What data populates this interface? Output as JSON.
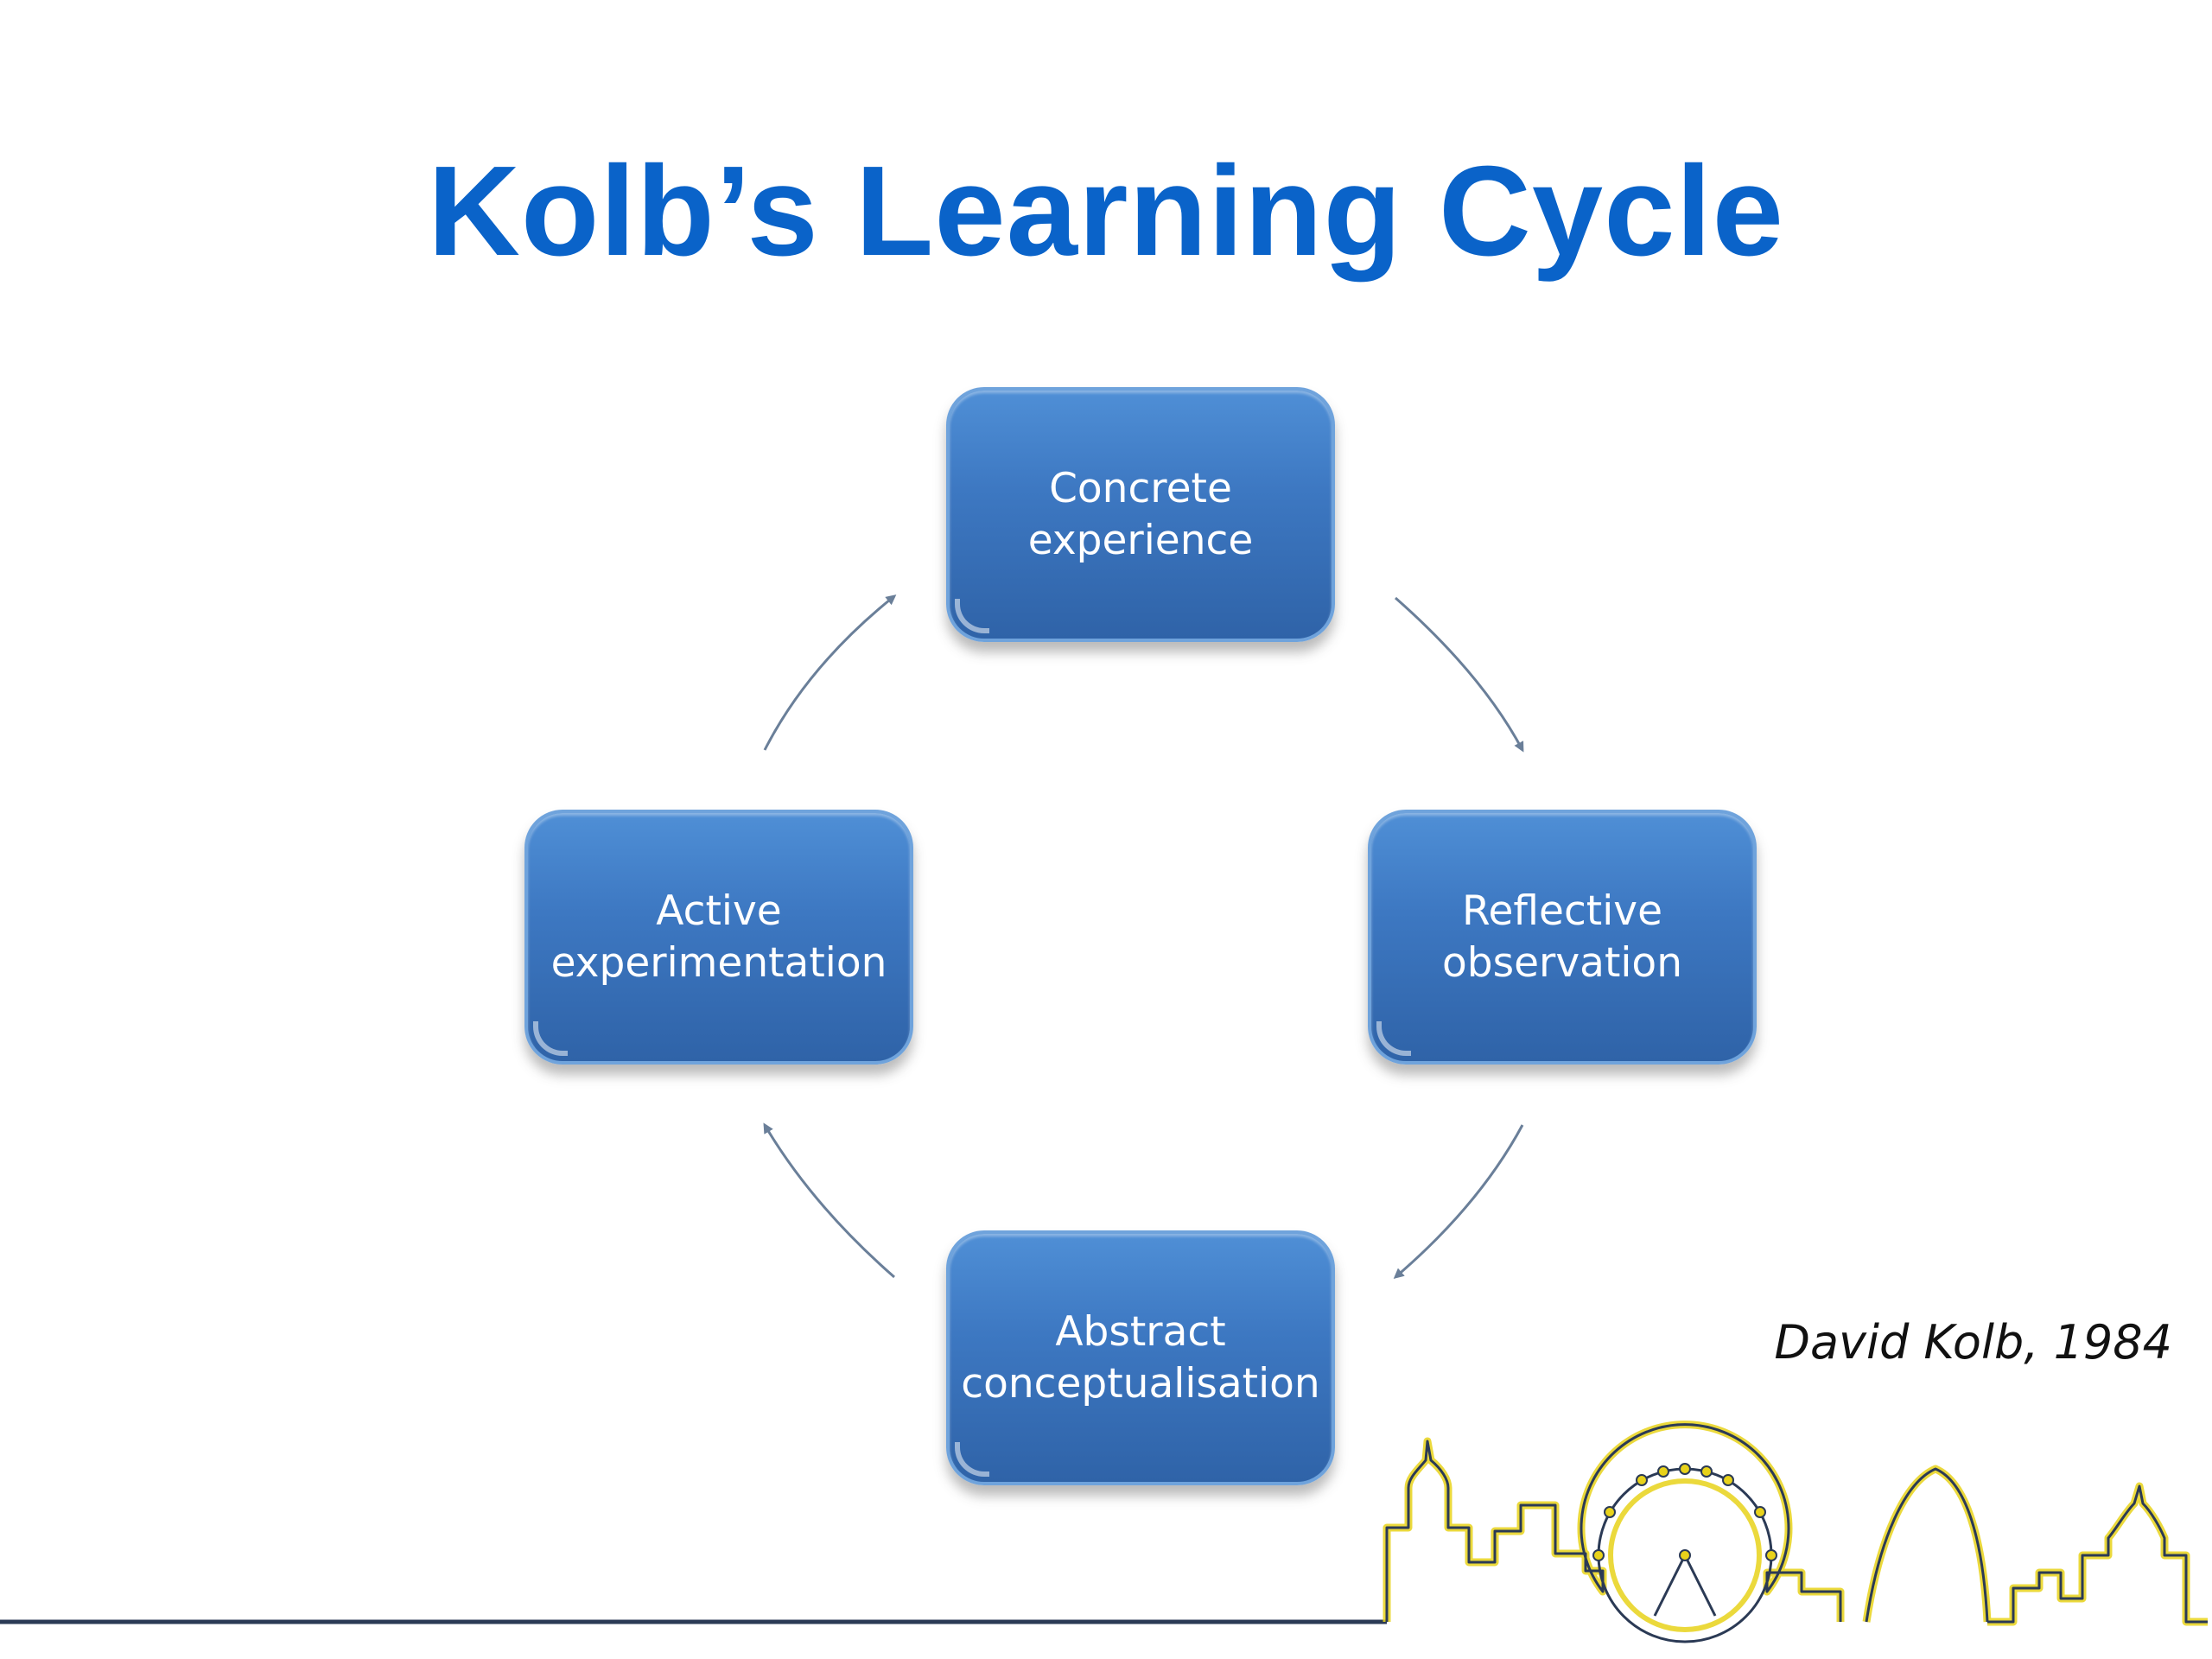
{
  "title": "Kolb’s Learning Cycle",
  "stages": {
    "top": "Concrete\nexperience",
    "right": "Reflective\nobservation",
    "bottom": "Abstract\nconceptualisation",
    "left": "Active\nexperimentation"
  },
  "credit": "David Kolb, 1984",
  "colors": {
    "title": "#0a63c9",
    "node_fill": "#3d78c2",
    "arrow": "#6a7f99",
    "skyline_line": "#2b3a55",
    "skyline_accent": "#e8d21a"
  }
}
